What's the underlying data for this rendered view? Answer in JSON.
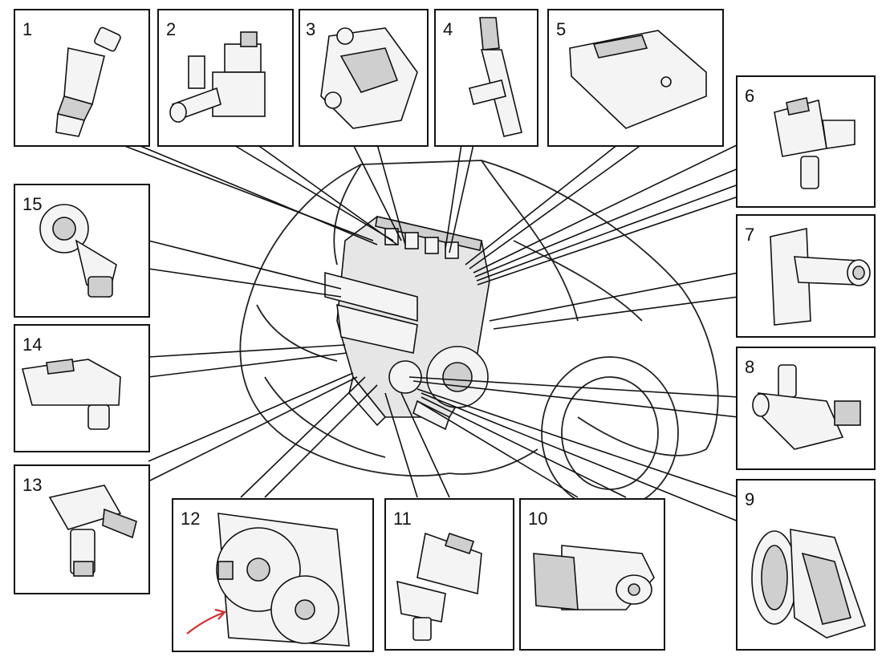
{
  "diagram": {
    "components": [
      {
        "label": "1",
        "icon": "fuel-injector-icon"
      },
      {
        "label": "2",
        "icon": "solenoid-valve-icon"
      },
      {
        "label": "3",
        "icon": "throttle-module-icon"
      },
      {
        "label": "4",
        "icon": "oil-control-valve-icon"
      },
      {
        "label": "5",
        "icon": "ecu-module-icon"
      },
      {
        "label": "6",
        "icon": "pressure-sensor-icon"
      },
      {
        "label": "7",
        "icon": "mass-air-flow-sensor-icon"
      },
      {
        "label": "8",
        "icon": "water-pump-valve-icon"
      },
      {
        "label": "9",
        "icon": "throttle-body-icon"
      },
      {
        "label": "10",
        "icon": "position-sensor-icon"
      },
      {
        "label": "11",
        "icon": "map-sensor-icon"
      },
      {
        "label": "12",
        "icon": "radiator-fan-icon"
      },
      {
        "label": "13",
        "icon": "oil-level-sensor-icon"
      },
      {
        "label": "14",
        "icon": "boost-sensor-icon"
      },
      {
        "label": "15",
        "icon": "knock-sensor-icon"
      }
    ],
    "annotation": {
      "icon": "red-arrow-icon",
      "color": "#d32f2f"
    },
    "line_color": "#111111"
  }
}
